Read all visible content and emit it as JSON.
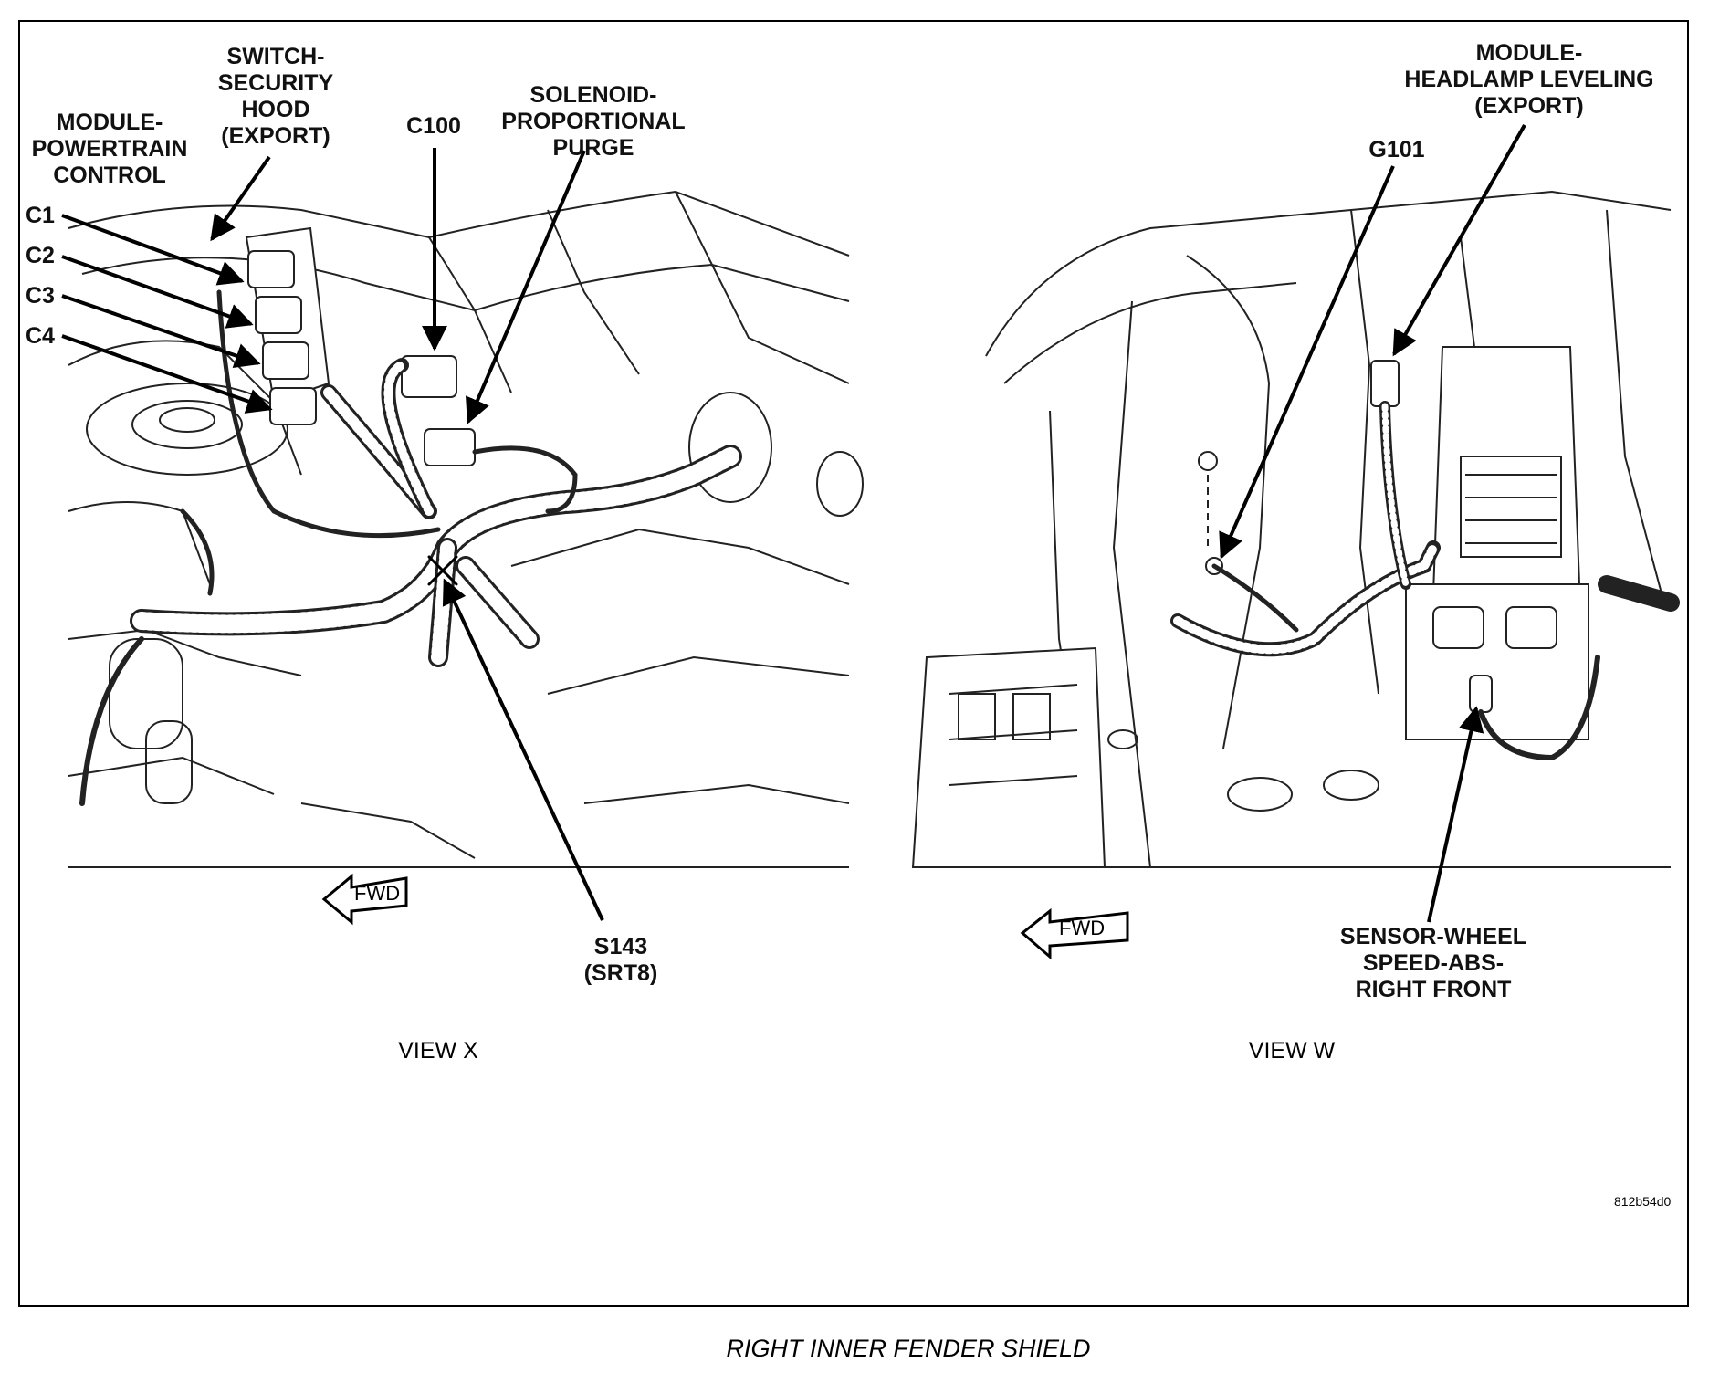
{
  "diagram": {
    "caption": "RIGHT INNER FENDER SHIELD",
    "reference_code": "812b54d0",
    "views": [
      {
        "id": "view-x",
        "label": "VIEW X"
      },
      {
        "id": "view-w",
        "label": "VIEW W"
      }
    ],
    "forward_marker": "FWD",
    "callouts": {
      "switch_security_hood": "SWITCH-\nSECURITY\nHOOD\n(EXPORT)",
      "module_powertrain_control": "MODULE-\nPOWERTRAIN\nCONTROL",
      "c1": "C1",
      "c2": "C2",
      "c3": "C3",
      "c4": "C4",
      "c100": "C100",
      "solenoid_proportional_purge": "SOLENOID-\nPROPORTIONAL\nPURGE",
      "s143": "S143\n(SRT8)",
      "module_headlamp_leveling": "MODULE-\nHEADLAMP LEVELING\n(EXPORT)",
      "g101": "G101",
      "sensor_wheel_speed": "SENSOR-WHEEL\nSPEED-ABS-\nRIGHT FRONT"
    }
  }
}
